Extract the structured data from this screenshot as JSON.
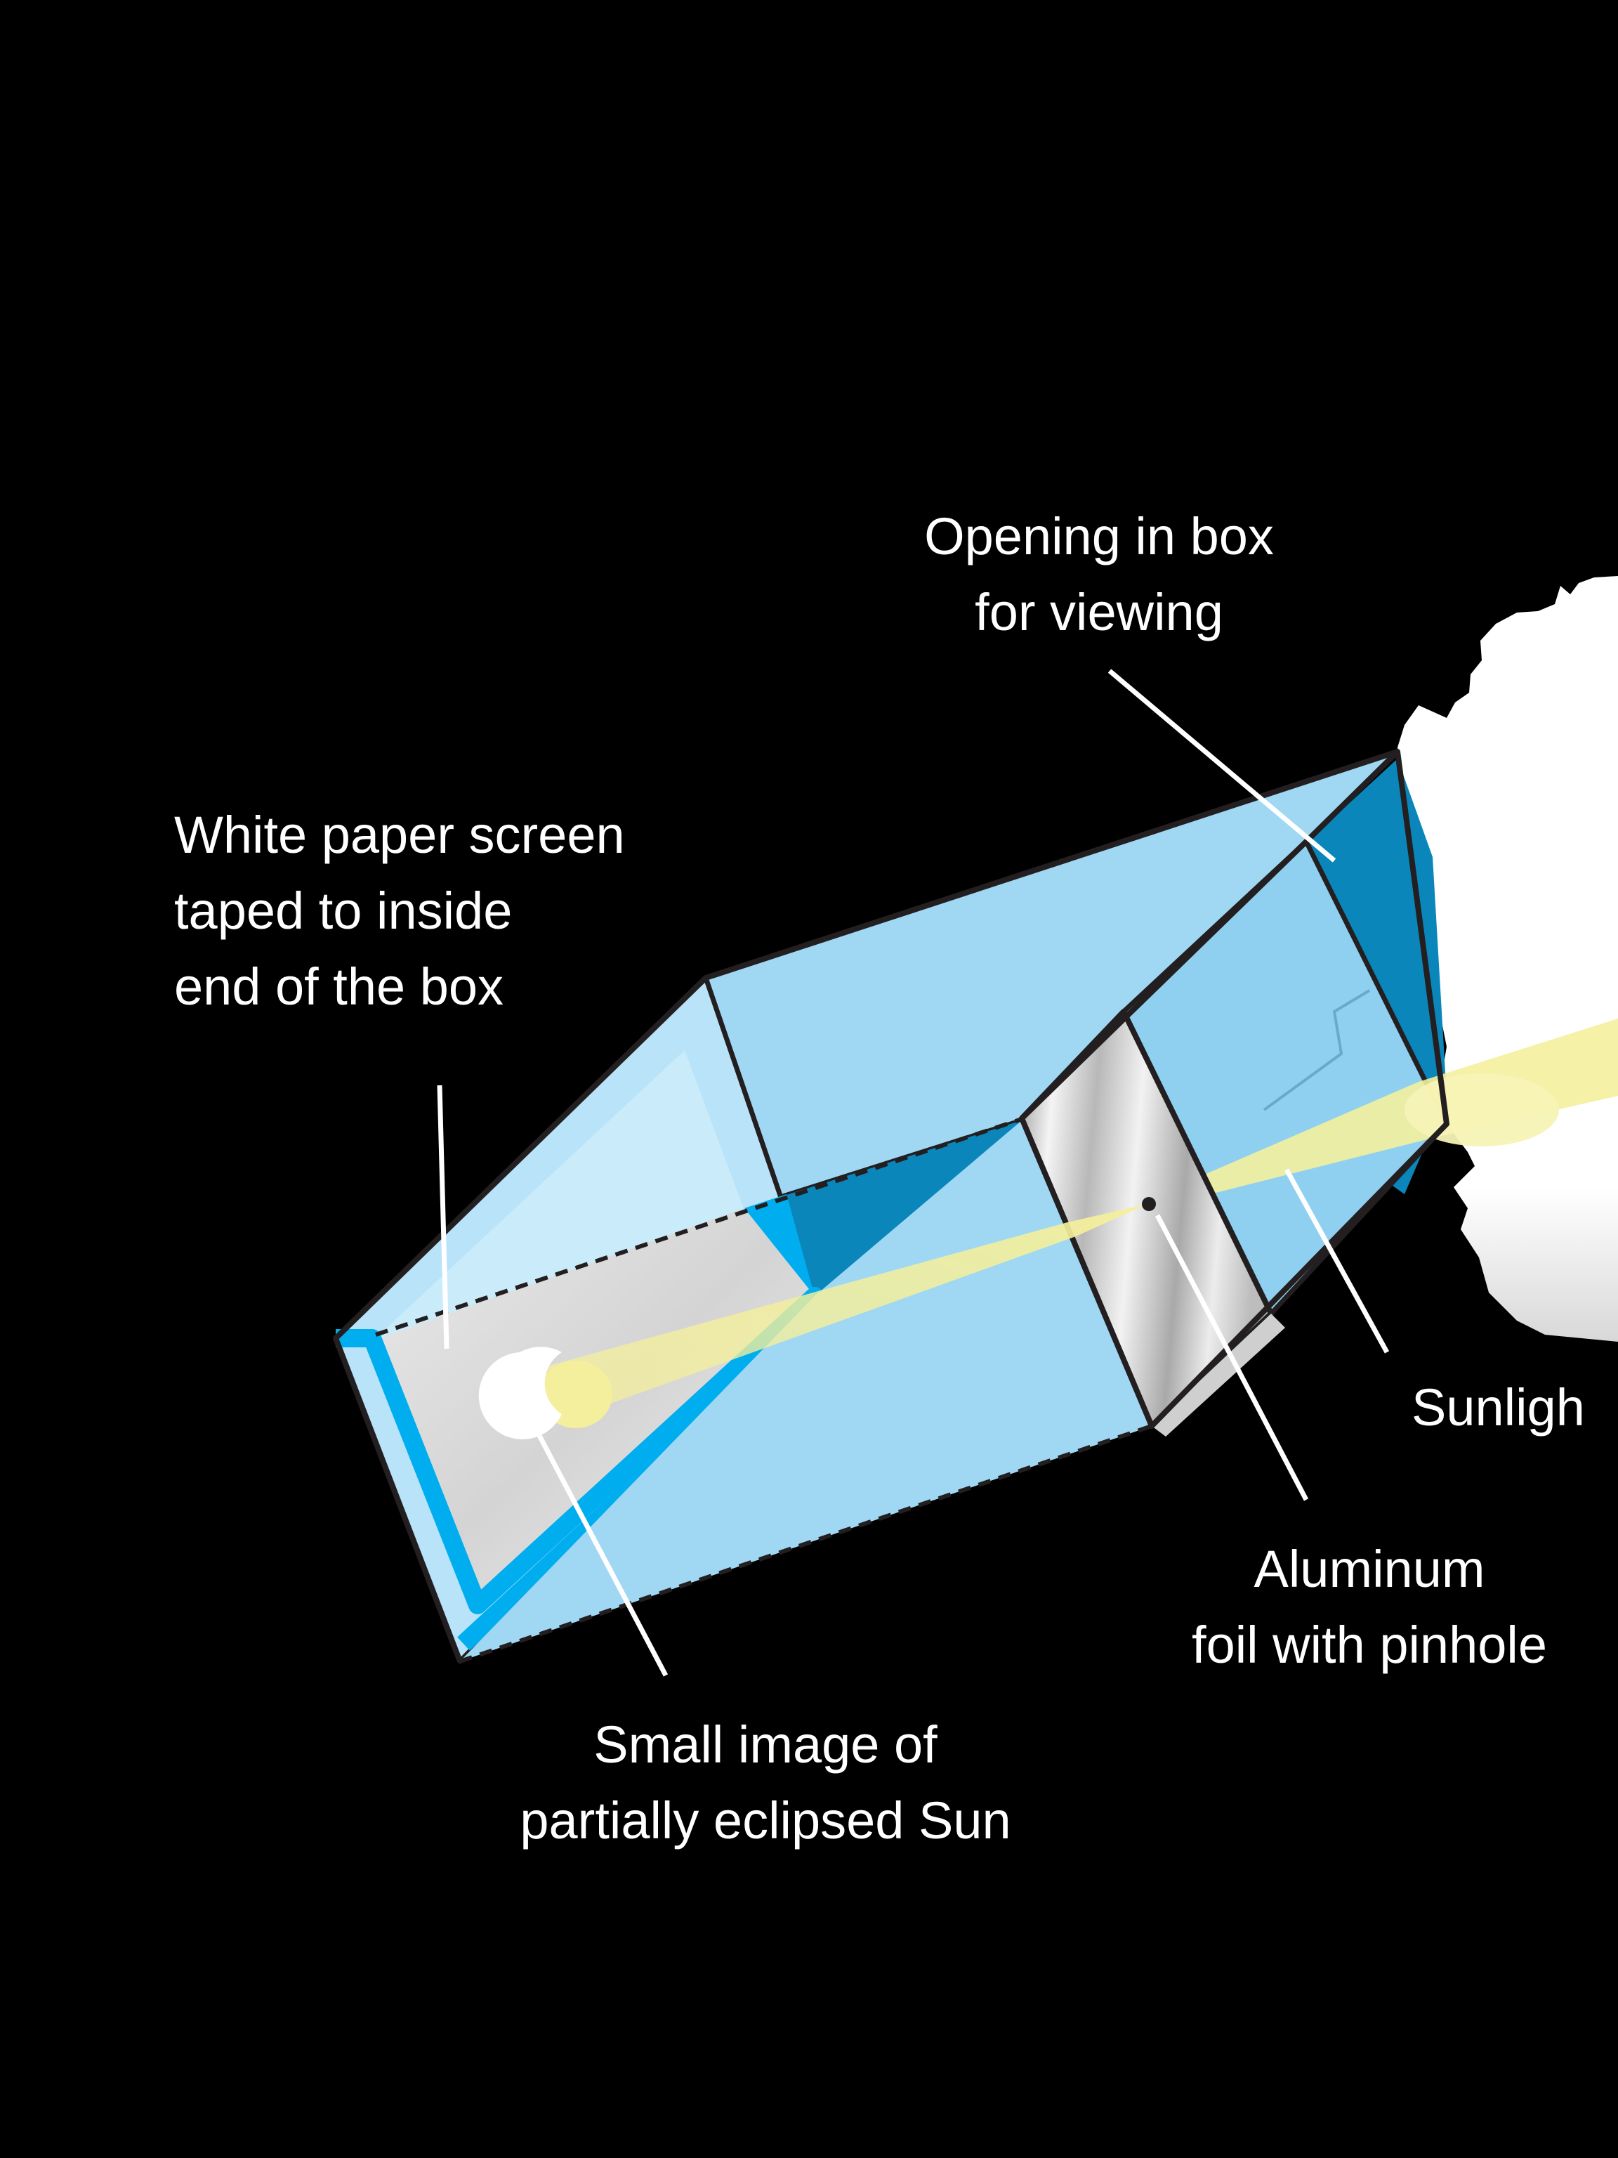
{
  "labels": {
    "opening": {
      "line1": "Opening in box",
      "line2": "for viewing"
    },
    "screen": {
      "line1": "White paper screen",
      "line2": "taped to inside",
      "line3": "end of the box"
    },
    "sun_image": {
      "line1": "Small image of",
      "line2": "partially eclipsed Sun"
    },
    "foil": {
      "line1": "Aluminum",
      "line2": "foil with pinhole"
    },
    "sunlight": {
      "line1": "Sunligh"
    }
  },
  "colors": {
    "background": "#000000",
    "box_light": "#a0d8f4",
    "box_mid": "#0a86bb",
    "box_edge": "#00aeef",
    "light_beam": "#f4ef9c",
    "foil": "#d9d9d9",
    "head_silhouette": "#ffffff",
    "outline": "#231f20"
  }
}
